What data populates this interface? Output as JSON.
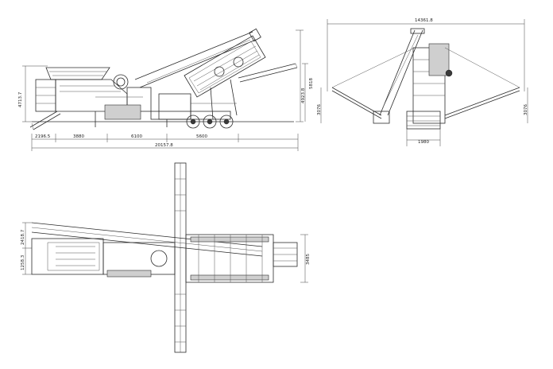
{
  "dimensions": {
    "side_view": {
      "seg1": "2196.5",
      "seg2": "3880",
      "seg3": "6100",
      "seg4": "5600",
      "total_length": "20157.8",
      "left_height": "4713.7",
      "right_height_outer": "5818",
      "right_height_inner": "4923.8"
    },
    "front_view": {
      "top_width": "14361.8",
      "base_width": "1980",
      "left_height": "3076",
      "right_height": "3076"
    },
    "plan_view": {
      "left_upper": "2418.7",
      "left_lower": "1258.3",
      "right_width": "3485"
    }
  }
}
